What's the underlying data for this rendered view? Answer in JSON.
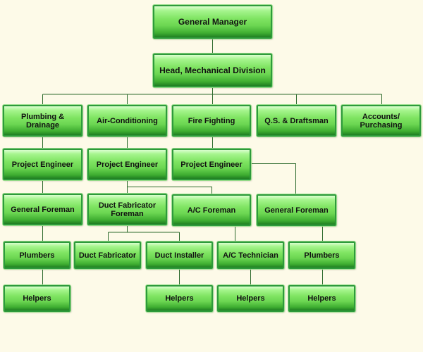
{
  "chart": {
    "nodes": {
      "general_manager": "General Manager",
      "head_mech": "Head, Mechanical Division",
      "plumbing": "Plumbing &\nDrainage",
      "aircon": "Air-Conditioning",
      "fire": "Fire Fighting",
      "qs": "Q.S. & Draftsman",
      "accounts": "Accounts/\nPurchasing",
      "pe1": "Project Engineer",
      "pe2": "Project Engineer",
      "pe3": "Project Engineer",
      "gf1": "General Foreman",
      "duct_fab_foreman": "Duct Fabricator\nForeman",
      "ac_foreman": "A/C Foreman",
      "gf2": "General Foreman",
      "plumbers1": "Plumbers",
      "duct_fabricator": "Duct Fabricator",
      "duct_installer": "Duct Installer",
      "ac_technician": "A/C Technician",
      "plumbers2": "Plumbers",
      "helpers1": "Helpers",
      "helpers2": "Helpers",
      "helpers3": "Helpers",
      "helpers4": "Helpers"
    }
  },
  "style": {
    "line_color": "#2d6a2d",
    "node_border": "#2e9a3c",
    "background": "#fdfae8"
  }
}
